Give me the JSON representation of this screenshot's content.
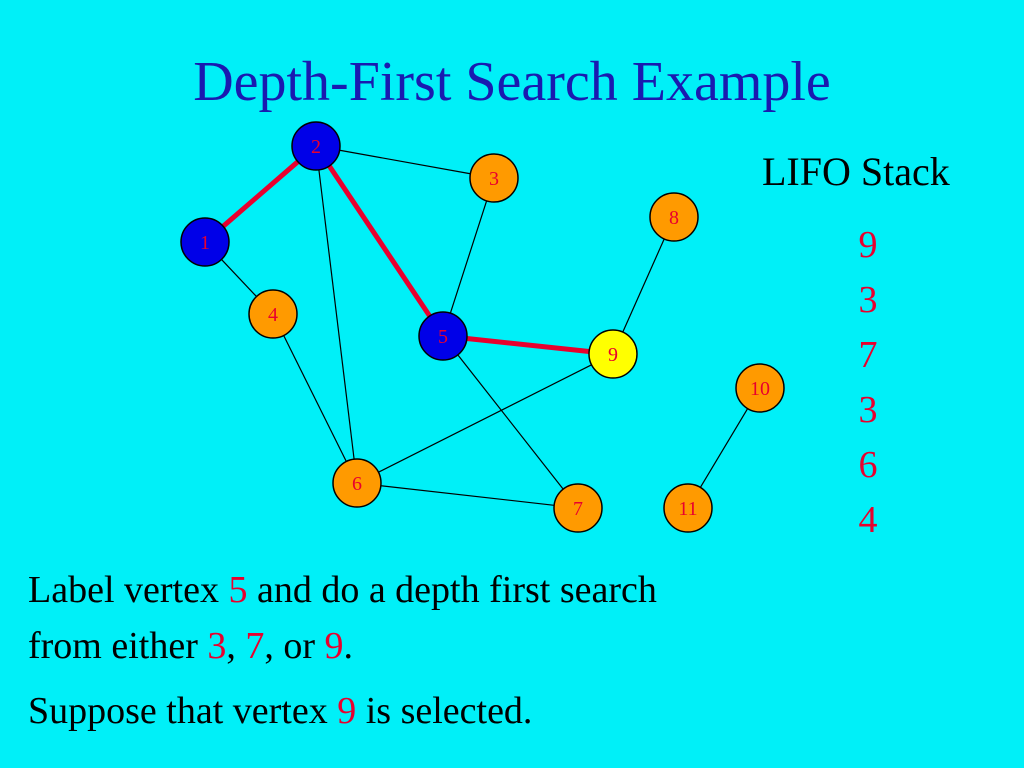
{
  "title": "Depth-First Search Example",
  "stack": {
    "title": "LIFO Stack",
    "items": [
      "9",
      "3",
      "7",
      "3",
      "6",
      "4"
    ]
  },
  "text": {
    "p1_a": "Label vertex ",
    "p1_v": "5",
    "p1_b": " and do a depth first search",
    "p1_c": "from either ",
    "p1_v3": "3",
    "p1_sep1": ", ",
    "p1_v7": "7",
    "p1_sep2": ", or ",
    "p1_v9": "9",
    "p1_end": ".",
    "p2_a": "Suppose that vertex ",
    "p2_v": "9",
    "p2_b": " is selected."
  },
  "graph": {
    "colors": {
      "visited": "#0000E8",
      "unvisited": "#FF9A00",
      "current": "#FFFF00",
      "label": "#E8002E",
      "tree_edge": "#E8002E",
      "edge": "#000000"
    },
    "vertices": [
      {
        "id": "1",
        "state": "visited"
      },
      {
        "id": "2",
        "state": "visited"
      },
      {
        "id": "3",
        "state": "unvisited"
      },
      {
        "id": "4",
        "state": "unvisited"
      },
      {
        "id": "5",
        "state": "visited"
      },
      {
        "id": "6",
        "state": "unvisited"
      },
      {
        "id": "7",
        "state": "unvisited"
      },
      {
        "id": "8",
        "state": "unvisited"
      },
      {
        "id": "9",
        "state": "current"
      },
      {
        "id": "10",
        "state": "unvisited"
      },
      {
        "id": "11",
        "state": "unvisited"
      }
    ],
    "edges": [
      {
        "from": "1",
        "to": "2",
        "tree": true
      },
      {
        "from": "2",
        "to": "5",
        "tree": true
      },
      {
        "from": "5",
        "to": "9",
        "tree": true
      },
      {
        "from": "2",
        "to": "3",
        "tree": false
      },
      {
        "from": "2",
        "to": "6",
        "tree": false
      },
      {
        "from": "3",
        "to": "5",
        "tree": false
      },
      {
        "from": "1",
        "to": "4",
        "tree": false
      },
      {
        "from": "4",
        "to": "6",
        "tree": false
      },
      {
        "from": "5",
        "to": "7",
        "tree": false
      },
      {
        "from": "6",
        "to": "7",
        "tree": false
      },
      {
        "from": "6",
        "to": "9",
        "tree": false
      },
      {
        "from": "8",
        "to": "9",
        "tree": false
      },
      {
        "from": "10",
        "to": "11",
        "tree": false
      }
    ]
  }
}
